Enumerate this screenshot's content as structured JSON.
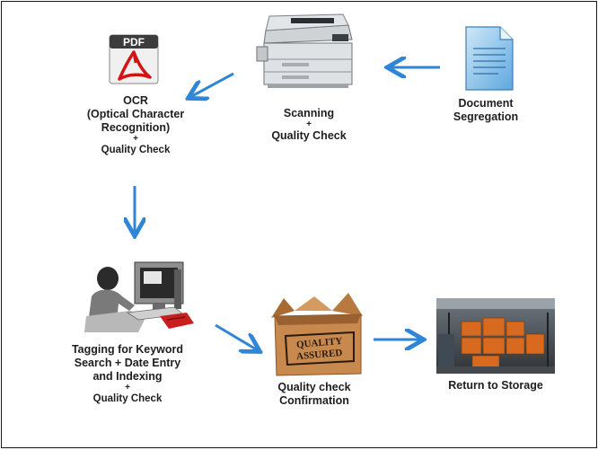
{
  "steps": {
    "document": {
      "line1": "Document",
      "line2": "Segregation"
    },
    "scanning": {
      "line1": "Scanning",
      "plus": "+",
      "line2": "Quality Check"
    },
    "ocr": {
      "line1": "OCR",
      "line2": "(Optical Character",
      "line3": "Recognition)",
      "plus": "+",
      "line4": "Quality Check"
    },
    "tagging": {
      "line1": "Tagging for Keyword",
      "line2": "Search + Date Entry",
      "line3": "and Indexing",
      "plus": "+",
      "line4": "Quality Check"
    },
    "quality": {
      "line1": "Quality check",
      "line2": "Confirmation"
    },
    "storage": {
      "line1": "Return to Storage"
    }
  },
  "icons": {
    "pdf_badge": "PDF",
    "stamp_line1": "QUALITY",
    "stamp_line2": "ASSURED"
  },
  "colors": {
    "arrow": "#2f86d6",
    "box": "#c8894f",
    "document": "#7fb9e6"
  }
}
